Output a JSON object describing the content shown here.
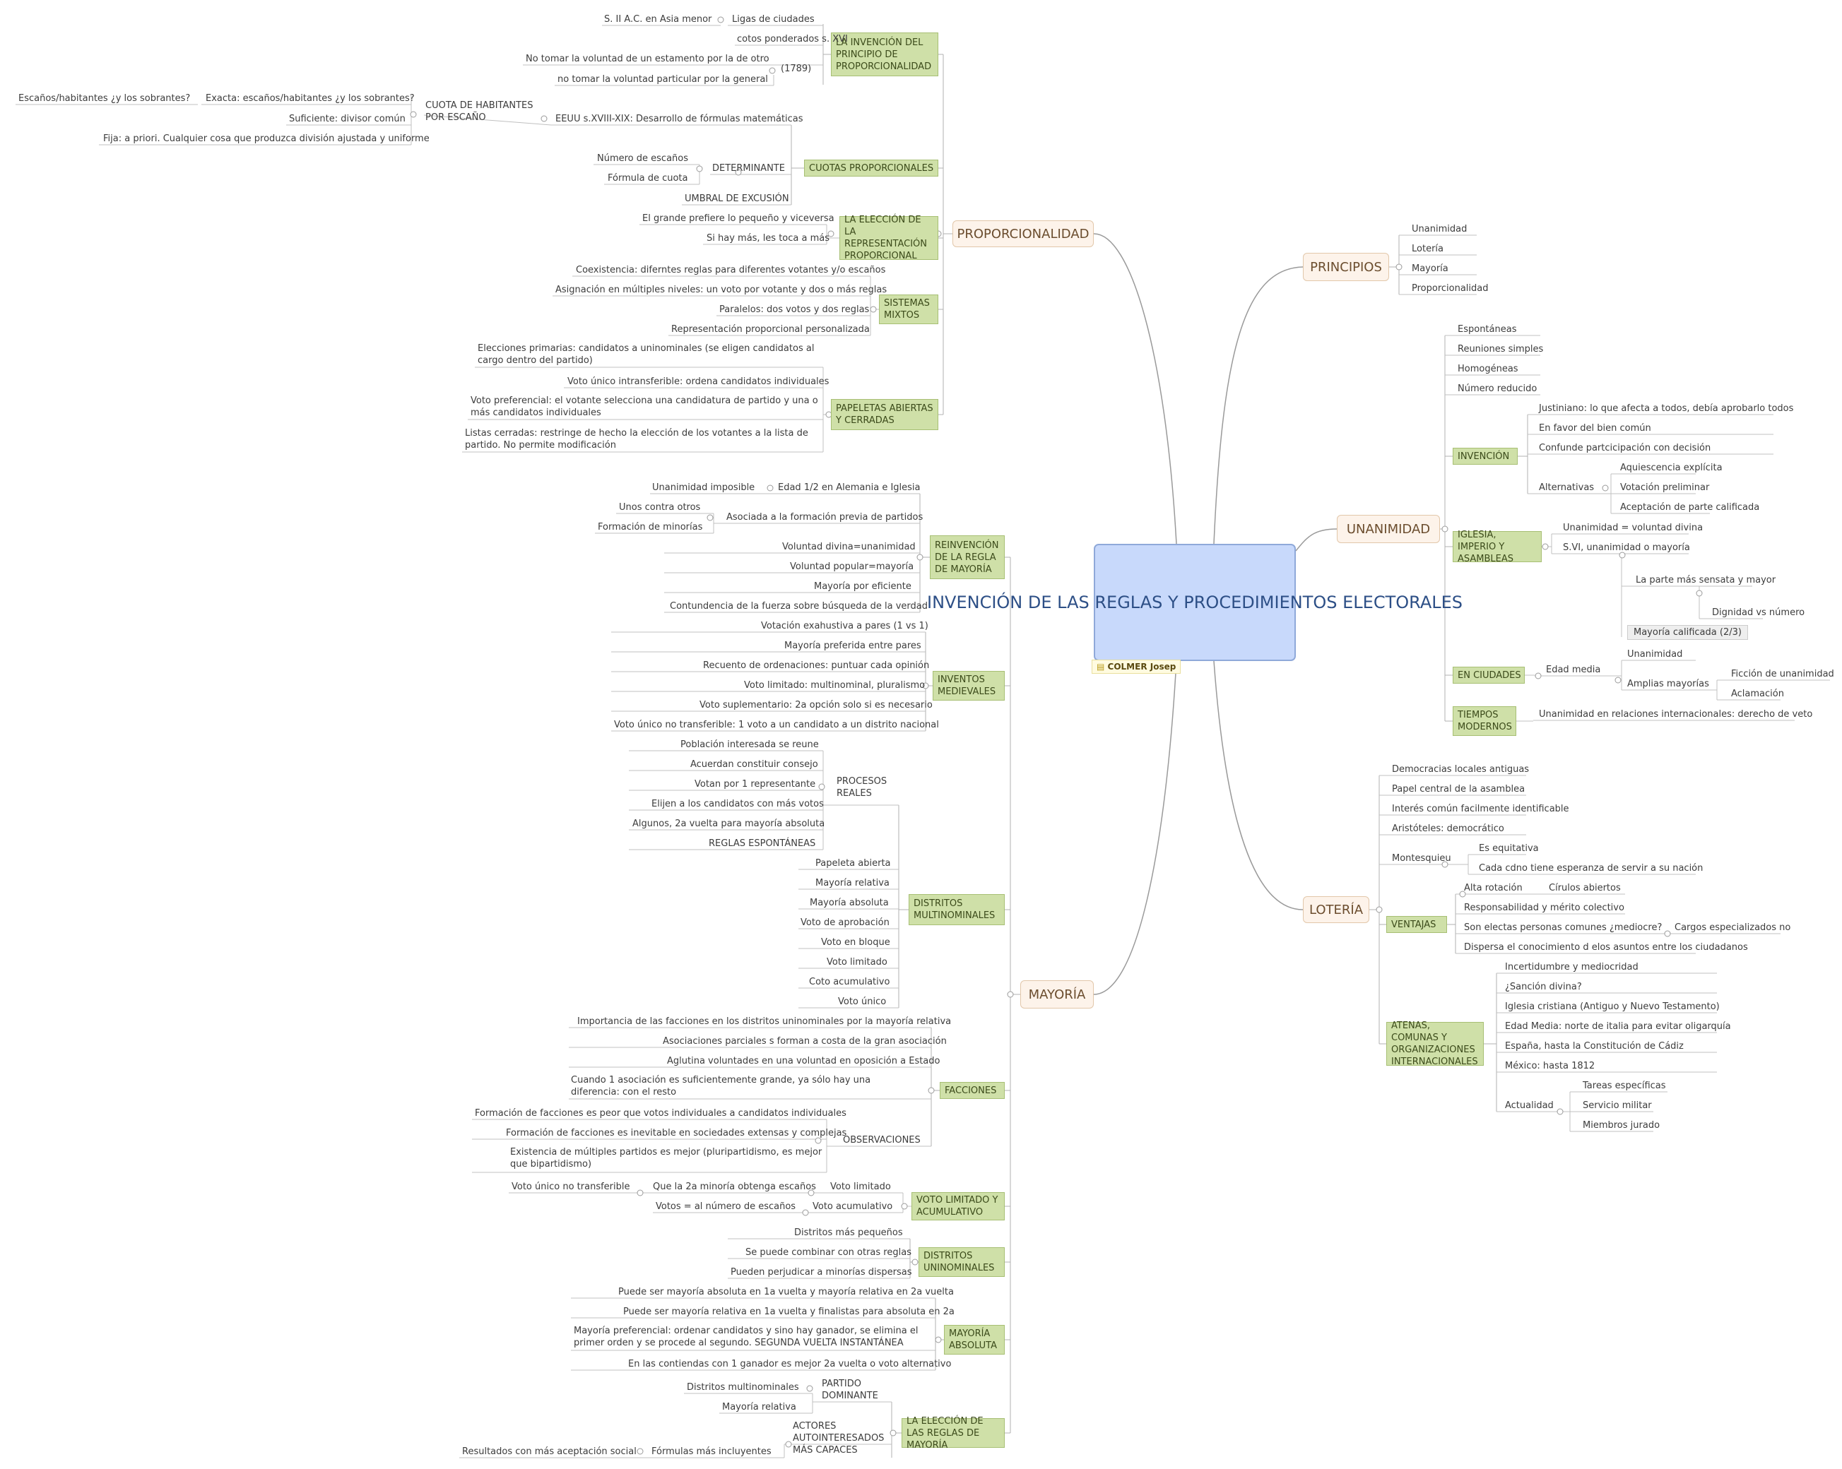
{
  "root": {
    "title": "INVENCIÓN DE LAS REGLAS Y PROCEDIMIENTOS ELECTORALES",
    "author": "COLMER Josep"
  },
  "main": {
    "proporcionalidad": "PROPORCIONALIDAD",
    "principios": "PRINCIPIOS",
    "unanimidad": "UNANIMIDAD",
    "loteria": "LOTERÍA",
    "mayoria": "MAYORÍA"
  },
  "proporcionalidad": {
    "principio": "LA INVENCIÓN DEL PRINCIPIO DE PROPORCIONALIDAD",
    "s2": "S. II A.C. en Asia menor",
    "ligas": "Ligas de ciudades",
    "cotos": "cotos ponderados s. XVI",
    "estamento": "No tomar la voluntad de un estamento por la de otro",
    "y1789": "(1789)",
    "particular": "no tomar la voluntad particular por la general",
    "cuotas": "CUOTAS PROPORCIONALES",
    "eeuu": "EEUU s.XVIII-XIX: Desarrollo de fórmulas matemáticas",
    "cuota_hab": "CUOTA DE HABITANTES POR ESCAÑO",
    "exacta": "Exacta: escaños/habitantes ¿y los sobrantes?",
    "escanos_hab": "Escaños/habitantes ¿y los sobrantes?",
    "suficiente": "Suficiente: divisor común",
    "fija": "Fija: a priori. Cualquier cosa que produzca división ajustada y uniforme",
    "determinante": "DETERMINANTE",
    "num_escanos": "Número de escaños",
    "formula_cuota": "Fórmula de cuota",
    "umbral": "UMBRAL DE EXCUSIÓN",
    "eleccion": "LA ELECCIÓN DE LA REPRESENTACIÓN PROPORCIONAL",
    "grande": "El grande prefiere lo pequeño y viceversa",
    "si_hay": "Si hay más, les toca a más",
    "mixtos": "SISTEMAS MIXTOS",
    "coexistencia": "Coexistencia: diferntes reglas para diferentes votantes y/o escaños",
    "asignacion": "Asignación en múltiples niveles: un voto por votante y dos o más reglas",
    "paralelos": "Paralelos: dos votos y dos reglas",
    "representacion": "Representación proporcional personalizada",
    "papeletas": "PAPELETAS ABIERTAS Y CERRADAS",
    "primarias": "Elecciones primarias: candidatos a uninominales (se eligen candidatos al cargo dentro del partido)",
    "voto_unico": "Voto único intransferible: ordena candidatos individuales",
    "preferencial": "Voto preferencial: el votante selecciona una candidatura de partido y una o más candidatos individuales",
    "cerradas": "Listas cerradas: restringe de hecho la elección de los votantes a la lista de partido. No permite modificación"
  },
  "principios": {
    "items": [
      "Unanimidad",
      "Lotería",
      "Mayoría",
      "Proporcionalidad"
    ]
  },
  "unanimidad": {
    "top": [
      "Espontáneas",
      "Reuniones simples",
      "Homogéneas",
      "Número reducido"
    ],
    "invencion": "INVENCIÓN",
    "justiniano": "Justiniano: lo que afecta a todos, debía aprobarlo todos",
    "bien_comun": "En favor del bien común",
    "confunde": "Confunde partcicipación con decisión",
    "alternativas": "Alternativas",
    "aquiescencia": "Aquiescencia explícita",
    "preliminar": "Votación preliminar",
    "aceptacion": "Aceptación de parte calificada",
    "iglesia": "IGLESIA, IMPERIO Y ASAMBLEAS",
    "voluntad_divina": "Unanimidad = voluntad divina",
    "svi": "S.VI, unanimidad o mayoría",
    "sensata": "La parte más sensata y mayor",
    "dignidad": "Dignidad vs número",
    "calificada": "Mayoría calificada (2/3)",
    "ciudades": "EN CIUDADES",
    "edad_media": "Edad media",
    "unanimidad": "Unanimidad",
    "amplias": "Amplias mayorías",
    "ficcion": "Ficción de unanimidad",
    "aclamacion": "Aclamación",
    "modernos": "TIEMPOS MODERNOS",
    "internacionales": "Unanimidad en relaciones internacionales: derecho de veto"
  },
  "loteria": {
    "top": [
      "Democracias locales antiguas",
      "Papel central de la asamblea",
      "Interés común facilmente identificable",
      "Aristóteles: democrático"
    ],
    "montesquieu": "Montesquieu",
    "equitativa": "Es equitativa",
    "esperanza": "Cada cdno tiene esperanza de servir a su nación",
    "ventajas": "VENTAJAS",
    "rotacion": "Alta rotación",
    "circulos": "Círulos abiertos",
    "responsabilidad": "Responsabilidad y mérito colectivo",
    "mediocre": "Son electas personas comunes ¿mediocre?",
    "cargos": "Cargos especializados no",
    "dispersa": "Dispersa el conocimiento d elos asuntos entre los ciudadanos",
    "atenas": "ATENAS, COMUNAS Y ORGANIZACIONES INTERNACIONALES",
    "incertidumbre": "Incertidumbre y mediocridad",
    "sancion": "¿Sanción divina?",
    "cristiana": "Iglesia cristiana (Antiguo y Nuevo Testamento)",
    "italia": "Edad Media: norte de italia para evitar oligarquía",
    "espana": "España, hasta la Constitución de Cádiz",
    "mexico": "México: hasta 1812",
    "actualidad": "Actualidad",
    "tareas": "Tareas específicas",
    "militar": "Servicio militar",
    "jurado": "Miembros jurado"
  },
  "mayoria": {
    "reinvencion": "REINVENCIÓN DE LA REGLA DE MAYORÍA",
    "imposible": "Unanimidad imposible",
    "edad_alemania": "Edad 1/2 en Alemania e Iglesia",
    "unos": "Unos contra otros",
    "minorias": "Formación de minorías",
    "asociada": "Asociada a la formación previa de partidos",
    "divina": "Voluntad divina=unanimidad",
    "popular": "Voluntad popular=mayoría",
    "eficiente": "Mayoría por eficiente",
    "contundencia": "Contundencia de la fuerza sobre búsqueda de la verdad",
    "inventos": "INVENTOS MEDIEVALES",
    "inventos_items": [
      "Votación exahustiva a pares (1 vs 1)",
      "Mayoría preferida entre pares",
      "Recuento de ordenaciones: puntuar cada opinión",
      "Voto limitado: multinominal, pluralismo",
      "Voto suplementario: 2a opción solo si es necesario",
      "Voto único no transferible: 1 voto a un candidato a un distrito nacional"
    ],
    "distritos_multi": "DISTRITOS MULTINOMINALES",
    "procesos": "PROCESOS REALES",
    "procesos_items": [
      "Población interesada se reune",
      "Acuerdan constituir consejo",
      "Votan por 1 representante",
      "Elijen a los candidatos con más votos",
      "Algunos, 2a vuelta para mayoría absoluta",
      "REGLAS ESPONTÁNEAS"
    ],
    "multi_items": [
      "Papeleta abierta",
      "Mayoría relativa",
      "Mayoría absoluta",
      "Voto de aprobación",
      "Voto en bloque",
      "Voto limitado",
      "Coto acumulativo",
      "Voto único"
    ],
    "facciones": "FACCIONES",
    "facciones_items": [
      "Importancia de las facciones en los distritos uninominales por la mayoría relativa",
      "Asociaciones parciales s forman a costa de la gran asociación",
      "Aglutina voluntades en una voluntad en oposición a Estado",
      "Cuando 1 asociación es suficientemente grande, ya sólo hay una diferencia: con el resto"
    ],
    "observaciones": "OBSERVACIONES",
    "obs_items": [
      "Formación de facciones es peor que votos individuales a candidatos individuales",
      "Formación de facciones es inevitable en sociedades extensas y complejas",
      "Existencia de múltiples partidos es mejor (pluripartidismo, es mejor que bipartidismo)"
    ],
    "voto_limitado_acum": "VOTO LIMITADO Y ACUMULATIVO",
    "vunt": "Voto único no transferible",
    "segunda_minoria": "Que la 2a minoría obtenga escaños",
    "voto_limitado": "Voto limitado",
    "votos_igual": "Votos = al número de escaños",
    "voto_acumulativo": "Voto acumulativo",
    "uninominales": "DISTRITOS UNINOMINALES",
    "uni_items": [
      "Distritos más pequeños",
      "Se puede combinar con otras reglas",
      "Pueden perjudicar a minorías dispersas"
    ],
    "absoluta": "MAYORÍA ABSOLUTA",
    "abs_items": [
      "Puede ser mayoría absoluta en 1a vuelta y mayoría relativa en 2a vuelta",
      "Puede ser mayoría relativa en 1a vuelta y finalistas para absoluta en 2a",
      "Mayoría preferencial: ordenar candidatos y sino  hay ganador, se elimina el primer orden y se procede al segundo. SEGUNDA VUELTA INSTANTÁNEA",
      "En las contiendas con 1 ganador es mejor 2a vuelta o voto alternativo"
    ],
    "eleccion_reglas": "LA ELECCIÓN DE LAS REGLAS DE MAYORÍA",
    "partido_dominante": "PARTIDO DOMINANTE",
    "distritos_multinominales": "Distritos multinominales",
    "mayoria_relativa": "Mayoría relativa",
    "actores": "ACTORES AUTOINTERESADOS MÁS CAPACES",
    "incluyentes": "Fórmulas más incluyentes",
    "resultados": "Resultados con más aceptación social"
  }
}
